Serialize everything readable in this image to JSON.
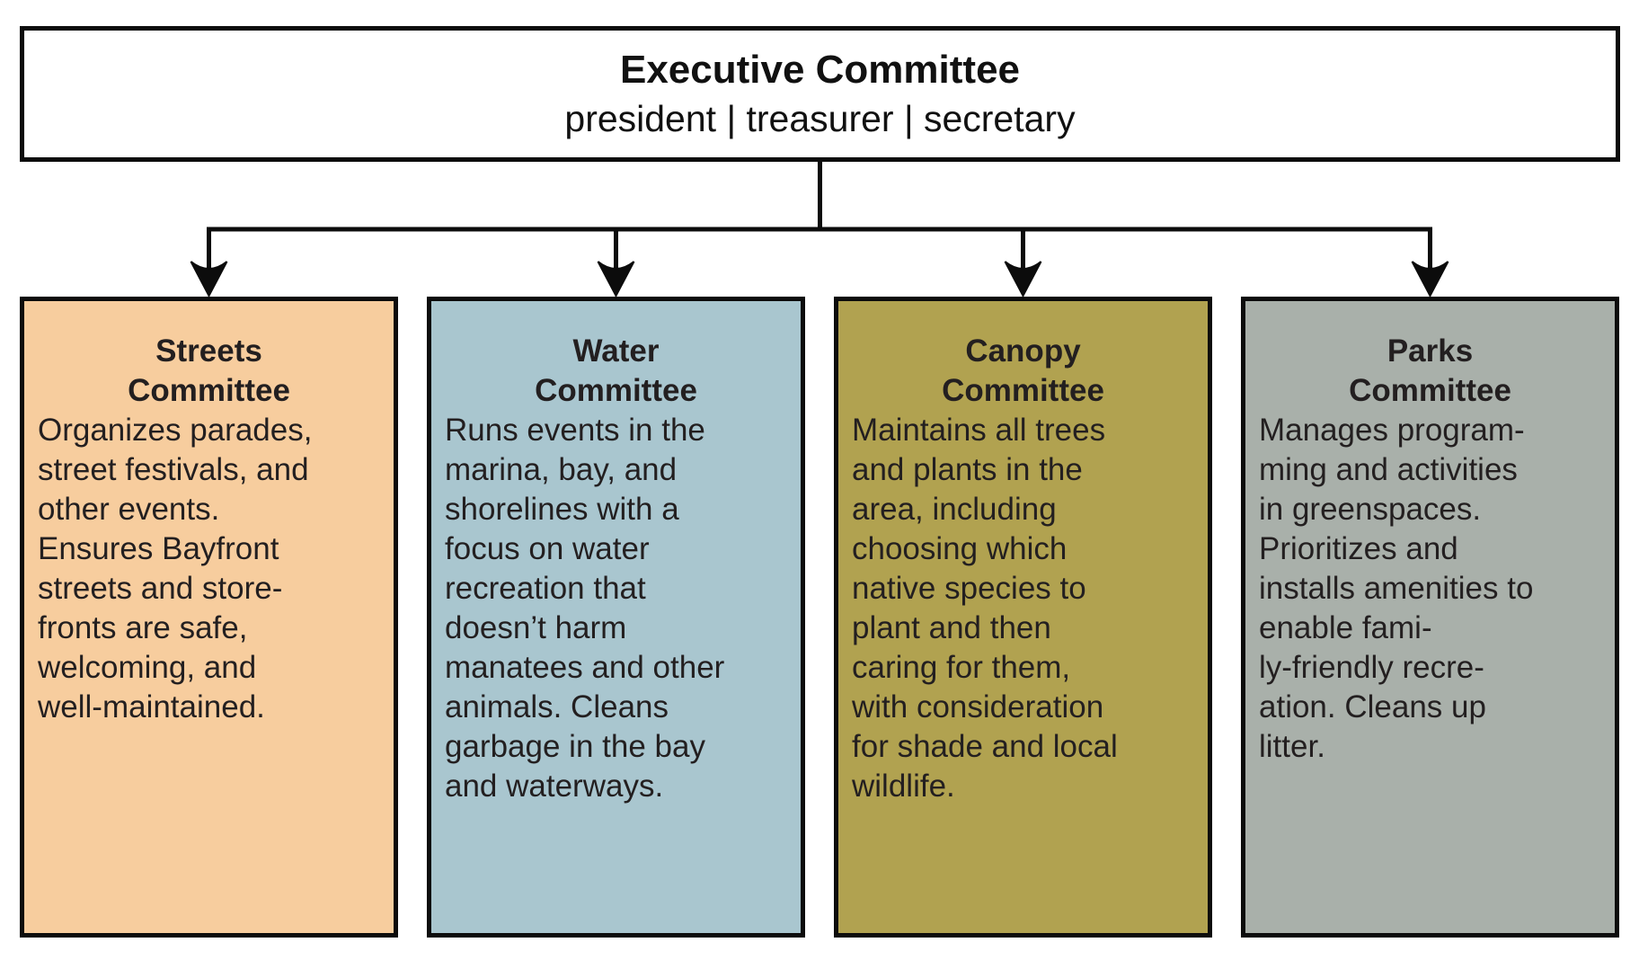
{
  "diagram": {
    "root": {
      "title": "Executive Committee",
      "roles": "president | treasurer | secretary"
    },
    "committees": [
      {
        "title": "Streets\nCommittee",
        "body": "Organizes parades,\nstreet festivals, and\nother events.\nEnsures Bayfront\nstreets and store-\nfronts are safe,\nwelcoming, and\nwell-maintained.",
        "color": "#f7cd9e"
      },
      {
        "title": "Water\nCommittee",
        "body": "Runs events in the\nmarina, bay, and\nshorelines with a\nfocus on water\nrecreation that\ndoesn’t harm\nmanatees and other\nanimals. Cleans\ngarbage in the bay\nand waterways.",
        "color": "#a9c6cf"
      },
      {
        "title": "Canopy\nCommittee",
        "body": "Maintains all trees\nand plants in the\narea, including\nchoosing which\nnative species to\nplant and then\ncaring for them,\nwith consideration\nfor shade and local\nwildlife.",
        "color": "#b1a250"
      },
      {
        "title": "Parks\nCommittee",
        "body": "Manages program-\nming and activities\nin greenspaces.\nPrioritizes and\ninstalls amenities to\nenable fami-\nly-friendly recre-\nation. Cleans up\nlitter.",
        "color": "#a9b0aa"
      }
    ],
    "line_color": "#0c0c0c"
  }
}
